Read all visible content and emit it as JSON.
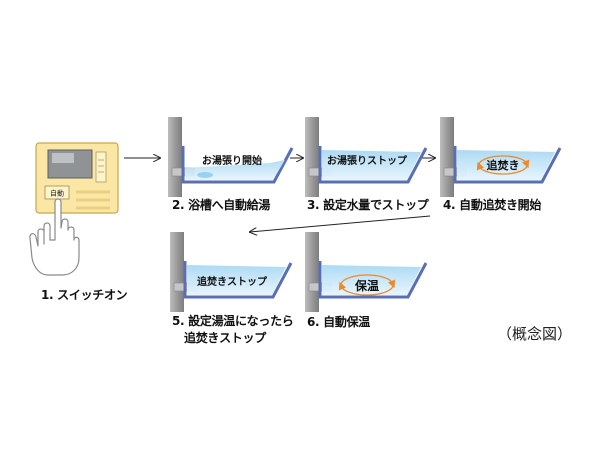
{
  "steps": [
    {
      "label": "1. スイッチオン"
    },
    {
      "label": "2. 浴槽へ自動給湯",
      "tub_text": "お湯張り開始"
    },
    {
      "label": "3. 設定水量でストップ",
      "tub_text": "お湯張りストップ"
    },
    {
      "label": "4. 自動追焚き開始",
      "tub_text": "追焚き"
    },
    {
      "label_line1": "5. 設定湯温になったら",
      "label_line2": "追焚きストップ",
      "tub_text": "追焚きストップ"
    },
    {
      "label": "6. 自動保温",
      "tub_text": "保温"
    }
  ],
  "panel": {
    "button_label": "自動"
  },
  "note": "（概念図）",
  "colors": {
    "water": "#bfe3f7",
    "tub_rim": "#5a6fb3",
    "pipe": "#8e8e8e",
    "panel": "#fbe7a5",
    "arrow_loop": "#ee8a2a"
  }
}
